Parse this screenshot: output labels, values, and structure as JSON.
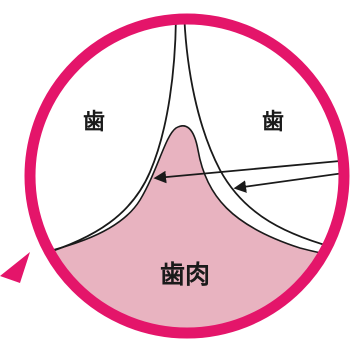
{
  "labels": {
    "tooth_left": "歯",
    "tooth_right": "歯",
    "gum": "歯肉"
  },
  "colors": {
    "ring": "#e4156a",
    "gum_fill": "#e8b3c0",
    "outline": "#1a1a1a",
    "background": "#ffffff"
  }
}
